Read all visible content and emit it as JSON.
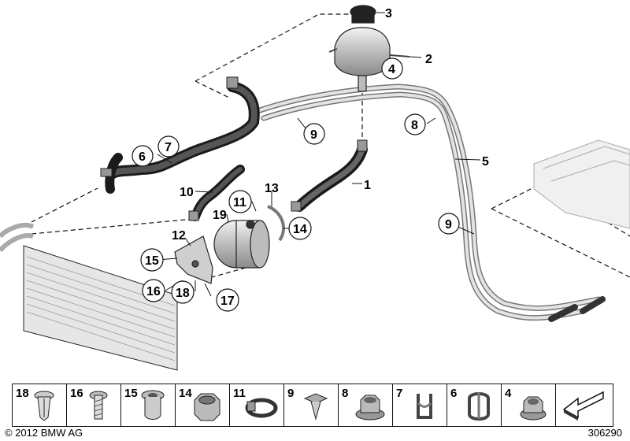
{
  "callouts": [
    "1",
    "2",
    "3",
    "4",
    "5",
    "6",
    "7",
    "8",
    "9",
    "9",
    "10",
    "11",
    "12",
    "13",
    "14",
    "15",
    "16",
    "17",
    "18",
    "19"
  ],
  "legend": [
    {
      "num": "18",
      "icon": "expanding-rivet-icon"
    },
    {
      "num": "16",
      "icon": "screw-icon"
    },
    {
      "num": "15",
      "icon": "grommet-icon"
    },
    {
      "num": "14",
      "icon": "hex-nut-icon"
    },
    {
      "num": "11",
      "icon": "hose-clamp-icon"
    },
    {
      "num": "9",
      "icon": "push-clip-icon"
    },
    {
      "num": "8",
      "icon": "flange-nut-icon"
    },
    {
      "num": "7",
      "icon": "spring-clip-icon"
    },
    {
      "num": "6",
      "icon": "pipe-clip-icon"
    },
    {
      "num": "4",
      "icon": "collar-nut-icon"
    }
  ],
  "legend_arrow_icon": "direction-arrow-icon",
  "copyright": "© 2012 BMW AG",
  "diagram_number": "306290",
  "colors": {
    "line": "#111111",
    "part_fill": "#d8d8d8",
    "hose_fill": "#3a3a3a",
    "background": "#ffffff"
  }
}
